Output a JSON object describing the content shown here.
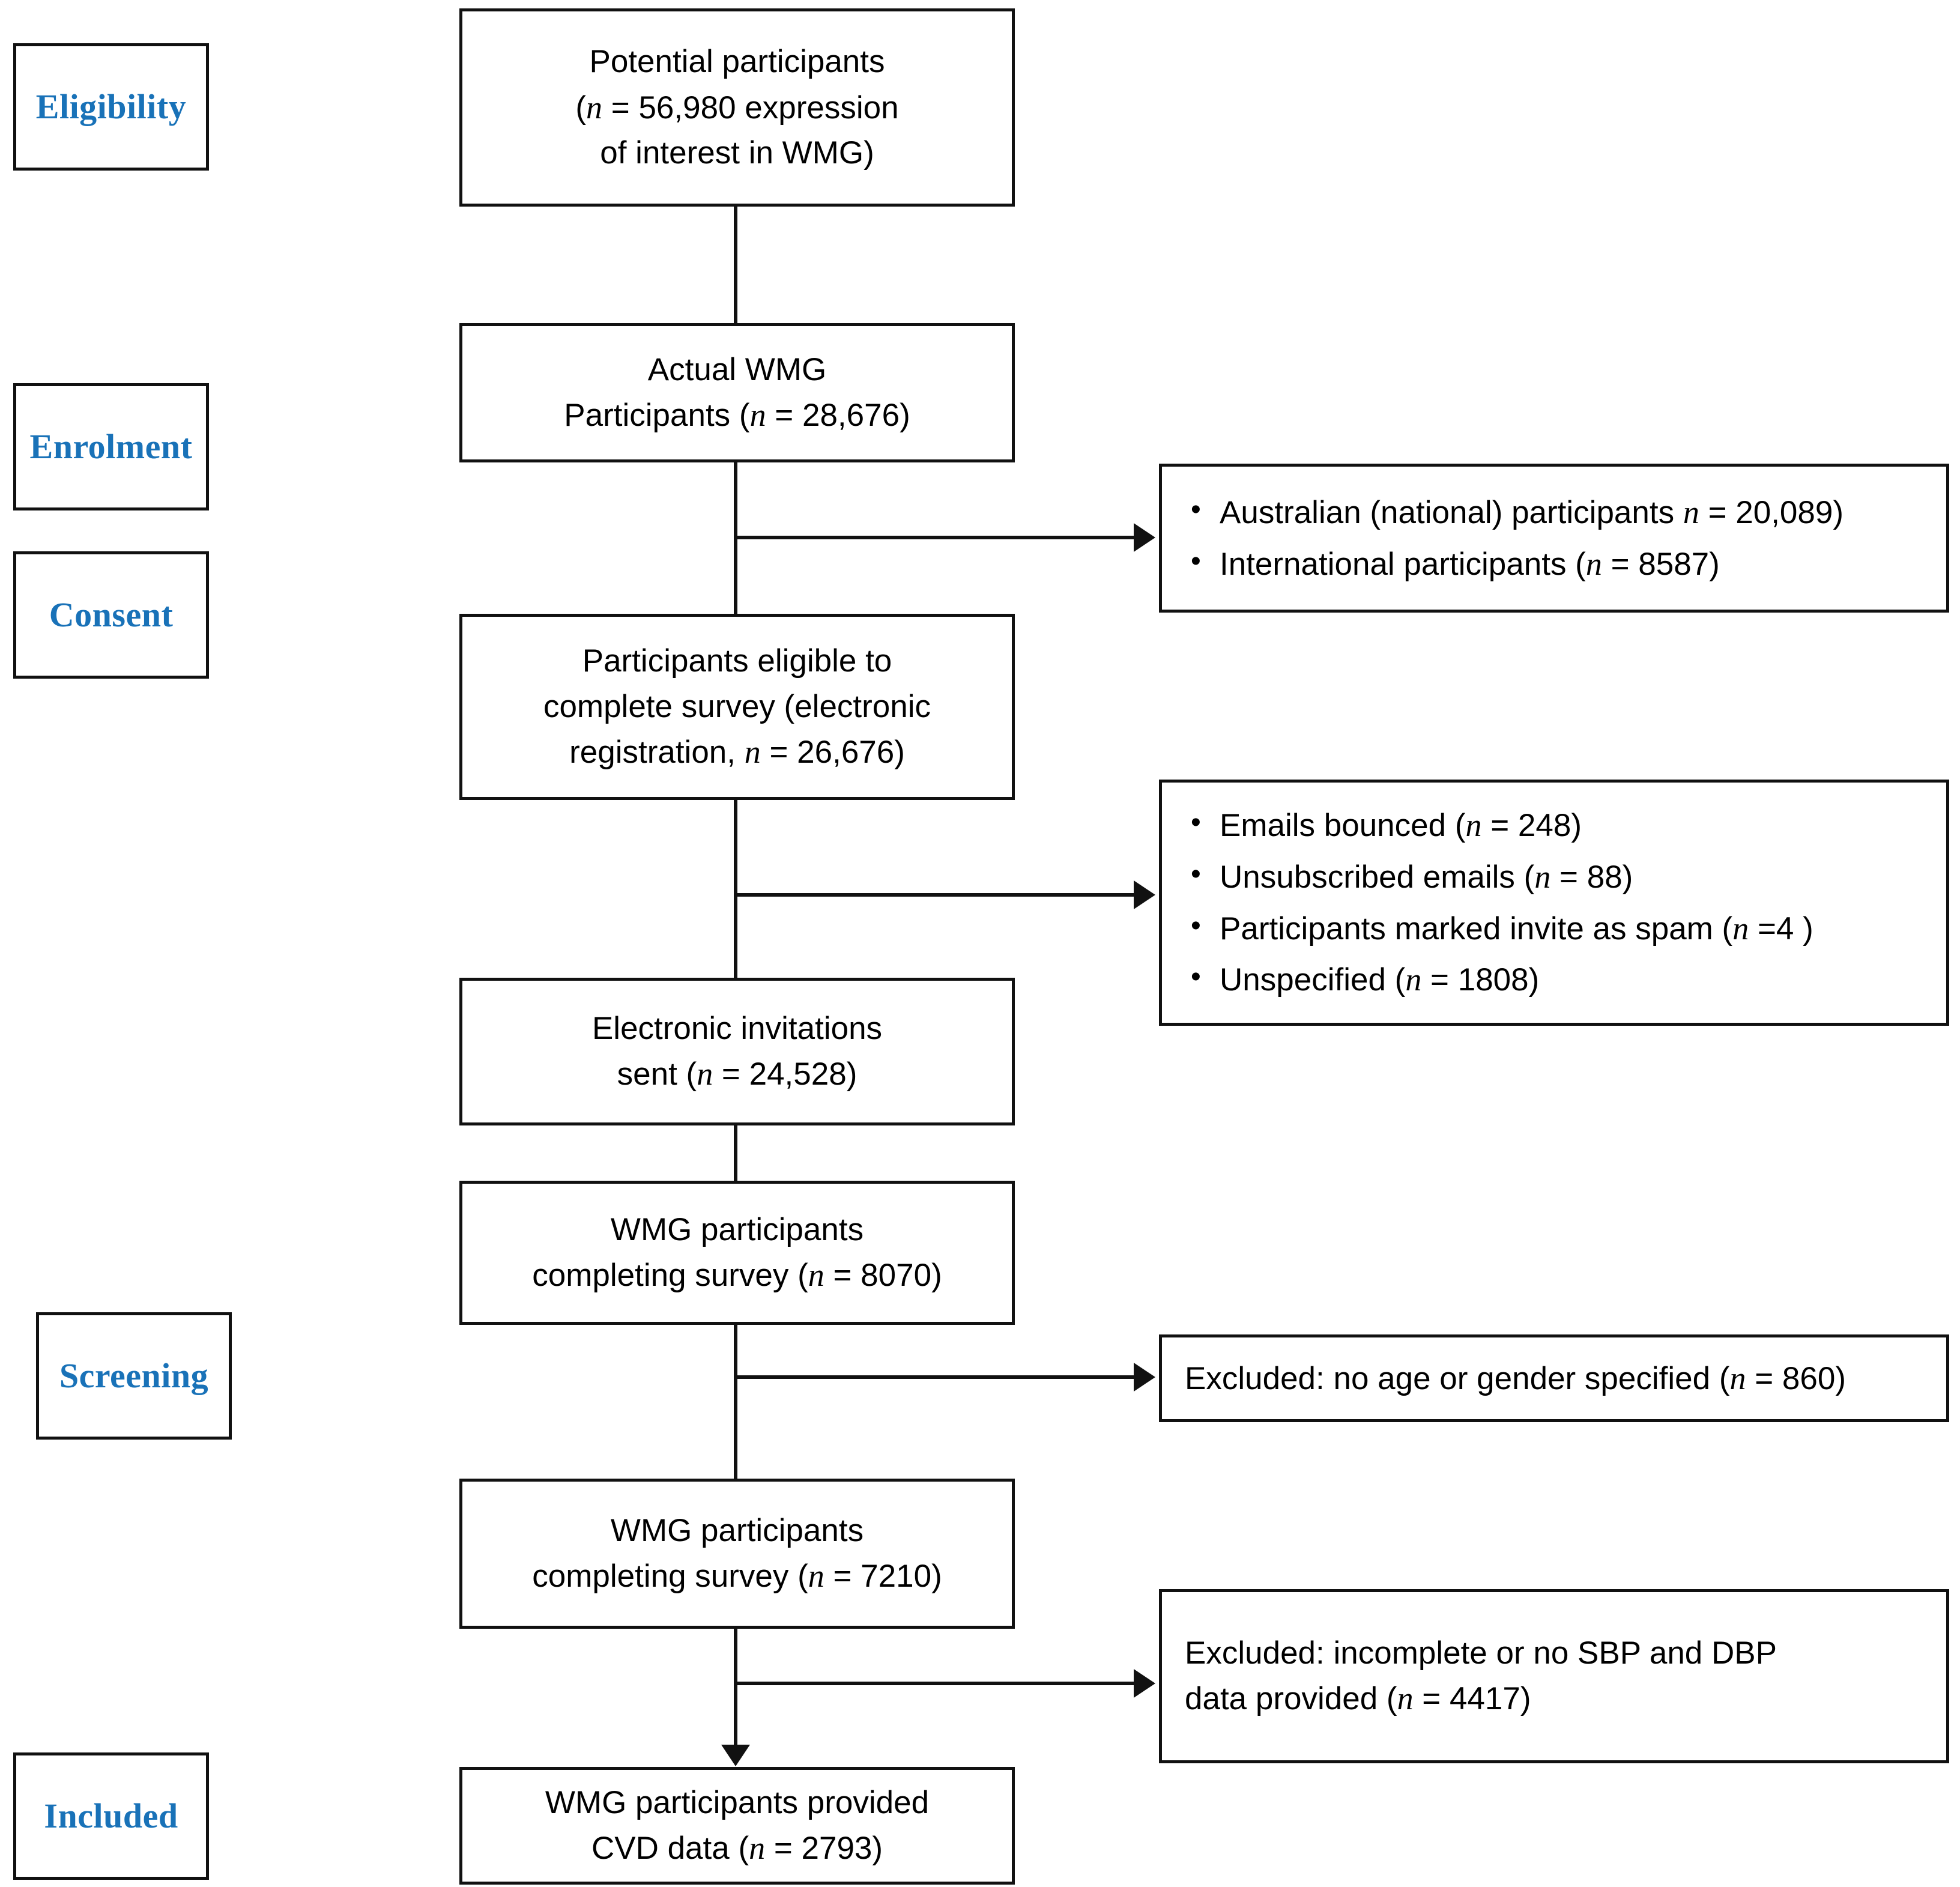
{
  "diagram": {
    "title": "WMG study participant flow diagram",
    "accent_color": "#1972B8",
    "line_color": "#111111",
    "background_color": "#ffffff"
  },
  "stages": [
    {
      "id": "eligibility",
      "label": "Eligibility"
    },
    {
      "id": "enrolment",
      "label": "Enrolment"
    },
    {
      "id": "consent",
      "label": "Consent"
    },
    {
      "id": "screening",
      "label": "Screening"
    },
    {
      "id": "included",
      "label": "Included"
    }
  ],
  "flow": {
    "potential_participants": {
      "line1": "Potential participants",
      "line2_pre": "(",
      "line2_var": "n",
      "line2_post": " = 56,980 expression",
      "line3": "of interest in WMG)"
    },
    "actual_participants": {
      "line1": "Actual WMG",
      "line2_pre": "Participants (",
      "line2_var": "n",
      "line2_post": " = 28,676)"
    },
    "eligible_survey": {
      "line1": "Participants eligible to",
      "line2": "complete survey (electronic",
      "line3_pre": "registration, ",
      "line3_var": "n",
      "line3_post": " = 26,676)"
    },
    "invitations_sent": {
      "line1": "Electronic invitations",
      "line2_pre": "sent (",
      "line2_var": "n",
      "line2_post": " = 24,528)"
    },
    "completing_survey_8070": {
      "line1": "WMG participants",
      "line2_pre": "completing survey (",
      "line2_var": "n",
      "line2_post": " = 8070)"
    },
    "completing_survey_7210": {
      "line1": "WMG participants",
      "line2_pre": "completing survey (",
      "line2_var": "n",
      "line2_post": " = 7210)"
    },
    "provided_cvd": {
      "line1": "WMG participants provided",
      "line2_pre": "CVD data (",
      "line2_var": "n",
      "line2_post": " = 2793)"
    }
  },
  "exclusions": {
    "origin_breakdown": {
      "bullets": [
        {
          "pre": "Australian (national) participants ",
          "var": "n",
          "post": " = 20,089)"
        },
        {
          "pre": "International participants (",
          "var": "n",
          "post": " = 8587)"
        }
      ]
    },
    "email_breakdown": {
      "bullets": [
        {
          "pre": "Emails bounced (",
          "var": "n",
          "post": " = 248)"
        },
        {
          "pre": "Unsubscribed emails (",
          "var": "n",
          "post": " = 88)"
        },
        {
          "pre": "Participants marked invite as spam (",
          "var": "n",
          "post": " =4 )"
        },
        {
          "pre": "Unspecified (",
          "var": "n",
          "post": " = 1808)"
        }
      ]
    },
    "no_age_gender": {
      "line1_pre": "Excluded: no age or gender specified (",
      "line1_var": "n",
      "line1_post": " = 860)"
    },
    "no_bp_data": {
      "line1": "Excluded: incomplete or no SBP and DBP",
      "line2_pre": "data provided (",
      "line2_var": "n",
      "line2_post": " = 4417)"
    }
  },
  "chart_data": {
    "type": "flowchart",
    "title": "WMG study participant flow (CONSORT-style)",
    "nodes": [
      {
        "id": "n1",
        "stage": "Eligibility",
        "label": "Potential participants (n = 56,980 expression of interest in WMG)",
        "n": 56980
      },
      {
        "id": "n2",
        "stage": "Enrolment",
        "label": "Actual WMG Participants (n = 28,676)",
        "n": 28676
      },
      {
        "id": "n3",
        "stage": "Consent",
        "label": "Participants eligible to complete survey (electronic registration, n = 26,676)",
        "n": 26676
      },
      {
        "id": "n4",
        "stage": "Consent",
        "label": "Electronic invitations sent (n = 24,528)",
        "n": 24528
      },
      {
        "id": "n5",
        "stage": "Screening",
        "label": "WMG participants completing survey (n = 8070)",
        "n": 8070
      },
      {
        "id": "n6",
        "stage": "Screening",
        "label": "WMG participants completing survey (n = 7210)",
        "n": 7210
      },
      {
        "id": "n7",
        "stage": "Included",
        "label": "WMG participants provided CVD data (n = 2793)",
        "n": 2793
      }
    ],
    "side_notes": [
      {
        "after": "n2",
        "items": [
          {
            "label": "Australian (national) participants",
            "n": 20089
          },
          {
            "label": "International participants",
            "n": 8587
          }
        ]
      },
      {
        "after": "n3",
        "items": [
          {
            "label": "Emails bounced",
            "n": 248
          },
          {
            "label": "Unsubscribed emails",
            "n": 88
          },
          {
            "label": "Participants marked invite as spam",
            "n": 4
          },
          {
            "label": "Unspecified",
            "n": 1808
          }
        ]
      },
      {
        "after": "n5",
        "items": [
          {
            "label": "Excluded: no age or gender specified",
            "n": 860
          }
        ]
      },
      {
        "after": "n6",
        "items": [
          {
            "label": "Excluded: incomplete or no SBP and DBP data provided",
            "n": 4417
          }
        ]
      }
    ],
    "edges": [
      {
        "from": "n1",
        "to": "n2"
      },
      {
        "from": "n2",
        "to": "n3"
      },
      {
        "from": "n3",
        "to": "n4"
      },
      {
        "from": "n4",
        "to": "n5"
      },
      {
        "from": "n5",
        "to": "n6"
      },
      {
        "from": "n6",
        "to": "n7"
      }
    ]
  }
}
